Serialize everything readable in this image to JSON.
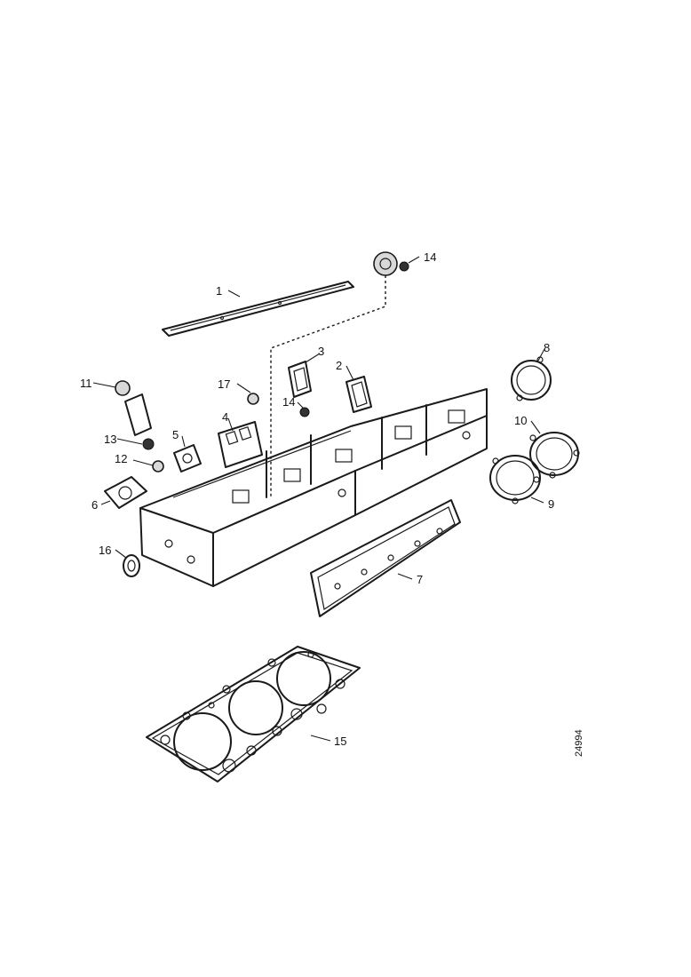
{
  "callouts": {
    "c1": "1",
    "c2": "2",
    "c3": "3",
    "c4": "4",
    "c5": "5",
    "c6": "6",
    "c7": "7",
    "c8": "8",
    "c9": "9",
    "c10": "10",
    "c11": "11",
    "c12": "12",
    "c13": "13",
    "c14a": "14",
    "c14b": "14",
    "c15": "15",
    "c16": "16",
    "c17": "17"
  },
  "drawing_number": "24994"
}
